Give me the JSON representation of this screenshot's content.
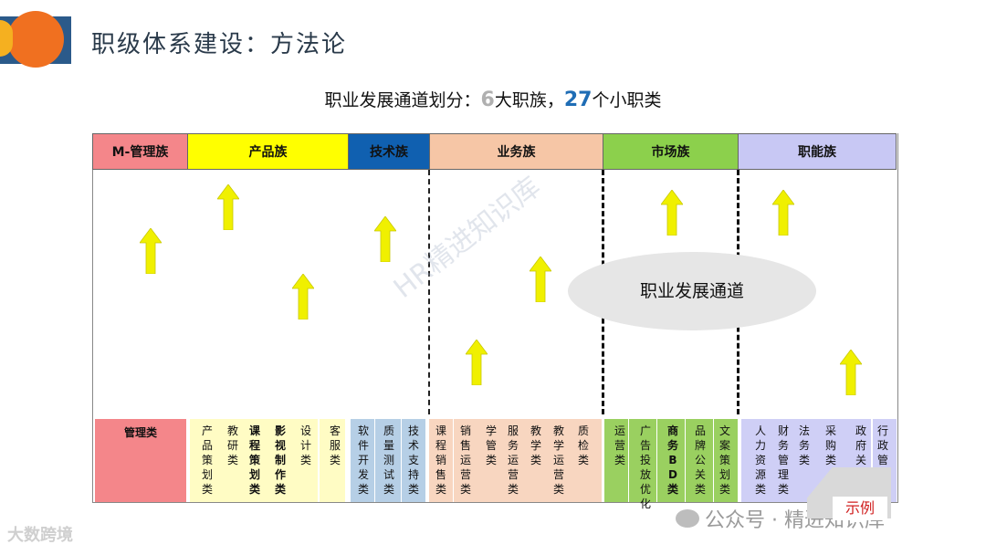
{
  "header": {
    "title": "职级体系建设：方法论"
  },
  "subtitle": {
    "prefix": "职业发展通道划分：",
    "n1": "6",
    "mid": "大职族，",
    "n2": "27",
    "suffix": "个小职类"
  },
  "colors": {
    "mgmt": "#f4868a",
    "product": "#ffff00",
    "tech": "#1060b0",
    "business": "#f6c6a6",
    "market": "#8cd04c",
    "function": "#c8c8f4",
    "arrow": "#f0f000"
  },
  "families": [
    {
      "name": "M-管理族"
    },
    {
      "name": "产品族"
    },
    {
      "name": "技术族"
    },
    {
      "name": "业务族"
    },
    {
      "name": "市场族"
    },
    {
      "name": "职能族"
    }
  ],
  "oval": {
    "text": "职业发展通道"
  },
  "watermark": {
    "text": "HR精进知识库"
  },
  "categories": [
    {
      "text": "管理类"
    },
    {
      "text": "产品策划类"
    },
    {
      "text": "教研类"
    },
    {
      "text": "课程策划类"
    },
    {
      "text": "影视制作类"
    },
    {
      "text": "设计类"
    },
    {
      "text": "客服类"
    },
    {
      "text": "软件开发类"
    },
    {
      "text": "质量测试类"
    },
    {
      "text": "技术支持类"
    },
    {
      "text": "课程销售类"
    },
    {
      "text": "销售运营类"
    },
    {
      "text": "学管类"
    },
    {
      "text": "服务运营类"
    },
    {
      "text": "教学类"
    },
    {
      "text": "教学运营类"
    },
    {
      "text": "质检类"
    },
    {
      "text": "运营类"
    },
    {
      "text": "广告投放优化"
    },
    {
      "text": "商务BD类"
    },
    {
      "text": "品牌公关类"
    },
    {
      "text": "文案策划类"
    },
    {
      "text": "人力资源类"
    },
    {
      "text": "财务管理类"
    },
    {
      "text": "法务类"
    },
    {
      "text": "采购类"
    },
    {
      "text": "政府关系类"
    },
    {
      "text": "行政管理类"
    }
  ],
  "footer": {
    "left": "大数跨境",
    "right": "公众号 · 精进知识库",
    "tag": "示例"
  }
}
